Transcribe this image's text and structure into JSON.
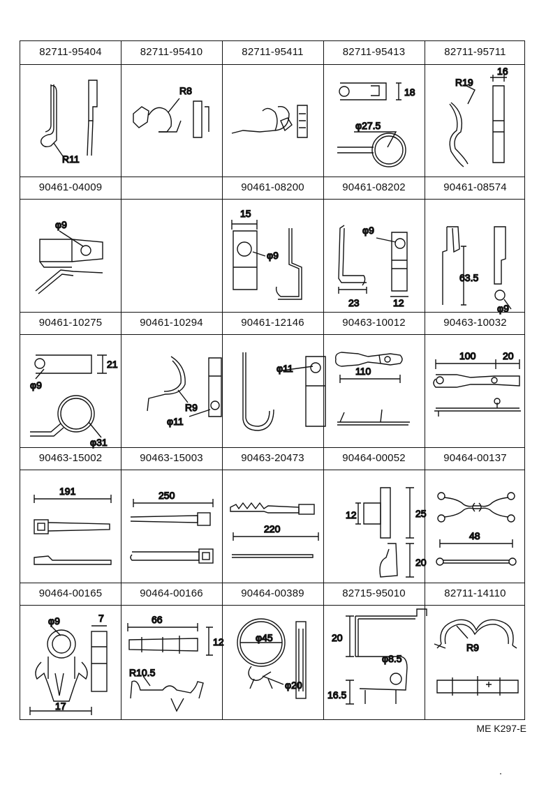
{
  "rows": [
    {
      "cells": [
        {
          "part_number": "82711-95404",
          "dims": [
            "R11"
          ]
        },
        {
          "part_number": "82711-95410",
          "dims": [
            "R8"
          ]
        },
        {
          "part_number": "82711-95411",
          "dims": []
        },
        {
          "part_number": "82711-95413",
          "dims": [
            "18",
            "φ27.5"
          ]
        },
        {
          "part_number": "82711-95711",
          "dims": [
            "R19",
            "16"
          ]
        }
      ]
    },
    {
      "cells": [
        {
          "part_number": "90461-04009",
          "dims": [
            "φ9"
          ]
        },
        {
          "part_number": "",
          "dims": []
        },
        {
          "part_number": "90461-08200",
          "dims": [
            "15",
            "φ9"
          ]
        },
        {
          "part_number": "90461-08202",
          "dims": [
            "φ9",
            "23",
            "12"
          ]
        },
        {
          "part_number": "90461-08574",
          "dims": [
            "63.5",
            "φ9"
          ]
        }
      ]
    },
    {
      "cells": [
        {
          "part_number": "90461-10275",
          "dims": [
            "21",
            "φ9",
            "φ31"
          ]
        },
        {
          "part_number": "90461-10294",
          "dims": [
            "R9",
            "φ11"
          ]
        },
        {
          "part_number": "90461-12146",
          "dims": [
            "φ11"
          ]
        },
        {
          "part_number": "90463-10012",
          "dims": [
            "110"
          ]
        },
        {
          "part_number": "90463-10032",
          "dims": [
            "100",
            "20"
          ]
        }
      ]
    },
    {
      "cells": [
        {
          "part_number": "90463-15002",
          "dims": [
            "191"
          ]
        },
        {
          "part_number": "90463-15003",
          "dims": [
            "250"
          ]
        },
        {
          "part_number": "90463-20473",
          "dims": [
            "220"
          ]
        },
        {
          "part_number": "90464-00052",
          "dims": [
            "12",
            "25",
            "20"
          ]
        },
        {
          "part_number": "90464-00137",
          "dims": [
            "48"
          ]
        }
      ]
    },
    {
      "cells": [
        {
          "part_number": "90464-00165",
          "dims": [
            "φ9",
            "7",
            "17"
          ]
        },
        {
          "part_number": "90464-00166",
          "dims": [
            "66",
            "12",
            "R10.5"
          ]
        },
        {
          "part_number": "90464-00389",
          "dims": [
            "φ45",
            "φ20"
          ]
        },
        {
          "part_number": "82715-95010",
          "dims": [
            "20",
            "φ8.5",
            "16.5"
          ]
        },
        {
          "part_number": "82711-14110",
          "dims": [
            "R9"
          ]
        }
      ]
    }
  ],
  "footer_code": "ME K297-E"
}
